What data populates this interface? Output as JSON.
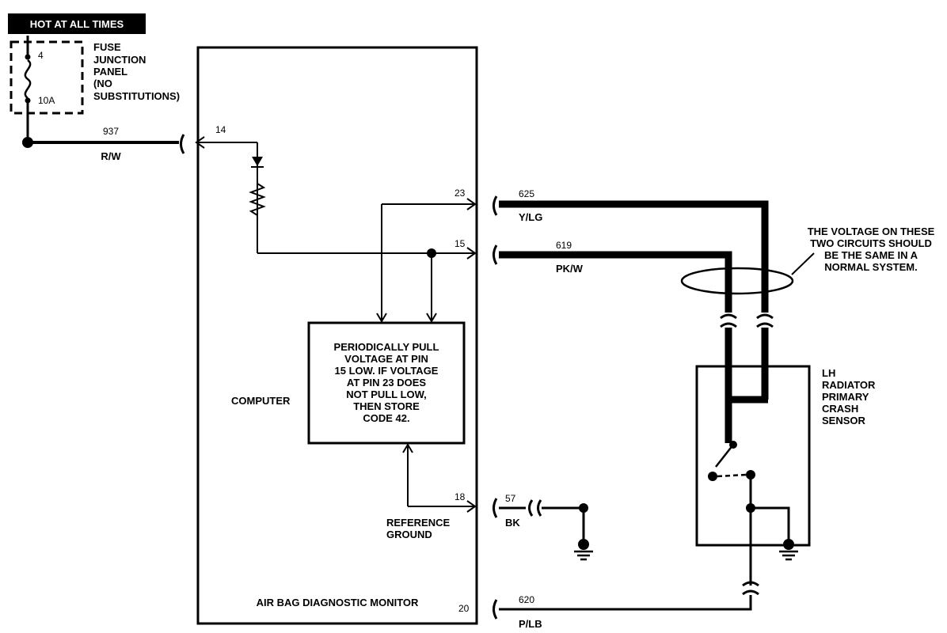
{
  "header": {
    "hot_label": "HOT AT ALL TIMES"
  },
  "fuse": {
    "position": "4",
    "rating": "10A",
    "panel_lines": [
      "FUSE",
      "JUNCTION",
      "PANEL",
      "(NO",
      "SUBSTITUTIONS)"
    ]
  },
  "circuits": {
    "c937": {
      "number": "937",
      "color": "R/W"
    },
    "c625": {
      "number": "625",
      "color": "Y/LG"
    },
    "c619": {
      "number": "619",
      "color": "PK/W"
    },
    "c57": {
      "number": "57",
      "color": "BK"
    },
    "c620": {
      "number": "620",
      "color": "P/LB"
    }
  },
  "pins": {
    "p14": "14",
    "p23": "23",
    "p15": "15",
    "p18": "18",
    "p20": "20"
  },
  "module": {
    "name": "AIR BAG DIAGNOSTIC MONITOR",
    "computer_label": "COMPUTER",
    "reference_ground": [
      "REFERENCE",
      "GROUND"
    ],
    "logic_lines": [
      "PERIODICALLY PULL",
      "VOLTAGE AT PIN",
      "15 LOW. IF VOLTAGE",
      "AT PIN 23 DOES",
      "NOT PULL LOW,",
      "THEN STORE",
      "CODE 42."
    ]
  },
  "note_lines": [
    "THE VOLTAGE ON THESE",
    "TWO CIRCUITS SHOULD",
    "BE THE SAME IN A",
    "NORMAL SYSTEM."
  ],
  "sensor_lines": [
    "LH",
    "RADIATOR",
    "PRIMARY",
    "CRASH",
    "SENSOR"
  ]
}
